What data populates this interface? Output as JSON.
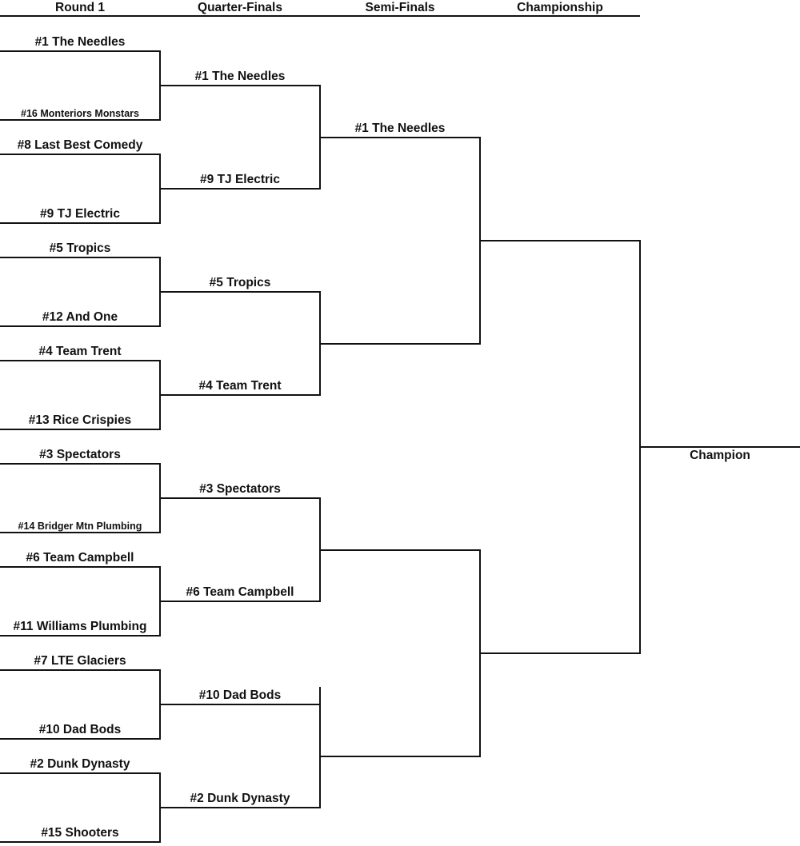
{
  "headers": [
    "Round 1",
    "Quarter-Finals",
    "Semi-Finals",
    "Championship"
  ],
  "round1": [
    "#1 The Needles",
    "#16 Monteriors Monstars",
    "#8 Last Best Comedy",
    "#9 TJ Electric",
    "#5 Tropics",
    "#12 And One",
    "#4 Team Trent",
    "#13 Rice Crispies",
    "#3 Spectators",
    "#14 Bridger Mtn Plumbing",
    "#6 Team Campbell",
    "#11 Williams Plumbing",
    "#7 LTE Glaciers",
    "#10 Dad Bods",
    "#2 Dunk Dynasty",
    "#15 Shooters"
  ],
  "quarterfinals": [
    "#1 The Needles",
    "#9 TJ Electric",
    "#5 Tropics",
    "#4 Team Trent",
    "#3 Spectators",
    "#6 Team Campbell",
    "#10 Dad Bods",
    "#2 Dunk Dynasty"
  ],
  "semifinals": [
    "#1 The Needles",
    "",
    "",
    ""
  ],
  "championship": [
    "",
    ""
  ],
  "champion": {
    "label": "Champion",
    "team": ""
  },
  "colors": {
    "line": "#111111",
    "background": "#ffffff",
    "text": "#111111"
  }
}
